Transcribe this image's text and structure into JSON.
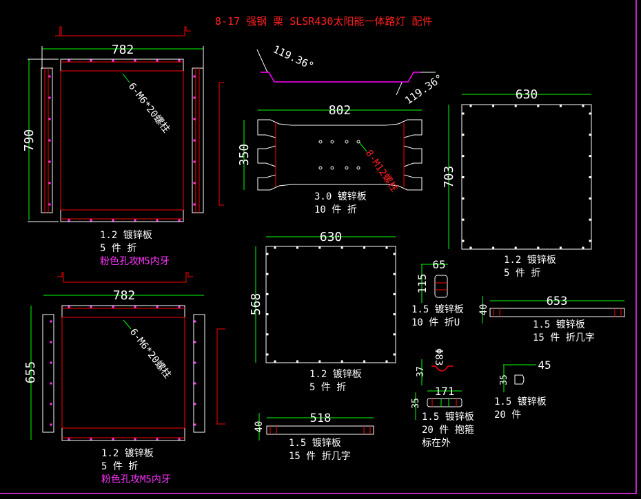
{
  "title": "8-17 强钢 栗 SLSR430太阳能一体路灯 配件",
  "colors": {
    "background": "#000000",
    "outline": "#ffffff",
    "bend_line": "#ff0000",
    "dimension": "#00ff00",
    "highlight": "#ff33ff",
    "title": "#ff2020"
  },
  "parts": [
    {
      "id": "panel-top-left",
      "dimensions": {
        "width": "782",
        "height": "790"
      },
      "hole_note": "6-M6*20螺柱",
      "label": [
        "1.2 镀锌板",
        "5 件 折"
      ],
      "note": "粉色孔攻M5内牙"
    },
    {
      "id": "bracket-802",
      "angles": [
        "119.36°",
        "119.36°"
      ],
      "dimensions": {
        "width": "802",
        "height": "350"
      },
      "hole_note": "8-M12螺柱",
      "label": [
        "3.0 镀锌板",
        "10 件 折"
      ]
    },
    {
      "id": "plate-630x703",
      "dimensions": {
        "width": "630",
        "height": "703"
      },
      "label": [
        "1.2 镀锌板",
        "5 件 折"
      ]
    },
    {
      "id": "plate-630x568",
      "dimensions": {
        "width": "630",
        "height": "568"
      },
      "label": [
        "1.2 镀锌板",
        "5 件 折"
      ]
    },
    {
      "id": "clip-65x115",
      "dimensions": {
        "width": "65",
        "height": "115"
      },
      "label": [
        "1.5 镀锌板",
        "10 件 折U"
      ]
    },
    {
      "id": "strip-653",
      "dimensions": {
        "length": "653",
        "height": "40"
      },
      "label": [
        "1.5 镀锌板",
        "15 件 折几字"
      ]
    },
    {
      "id": "hoop-171",
      "dimensions": {
        "diameter": "Φ83",
        "depth": "37",
        "length": "171",
        "height": "35"
      },
      "label": [
        "1.5 镀锌板",
        "20 件 抱箍",
        "标在外"
      ]
    },
    {
      "id": "tab-45",
      "dimensions": {
        "width": "45",
        "height": "35"
      },
      "label": [
        "1.5 镀锌板",
        "20 件"
      ]
    },
    {
      "id": "panel-bottom-left",
      "dimensions": {
        "width": "782",
        "height": "655"
      },
      "hole_note": "6-M6*20螺柱",
      "label": [
        "1.2 镀锌板",
        "5 件 折"
      ],
      "note": "粉色孔攻M5内牙"
    },
    {
      "id": "strip-518",
      "dimensions": {
        "length": "518",
        "height": "40"
      },
      "label": [
        "1.5 镀锌板",
        "15 件 折几字"
      ]
    }
  ]
}
